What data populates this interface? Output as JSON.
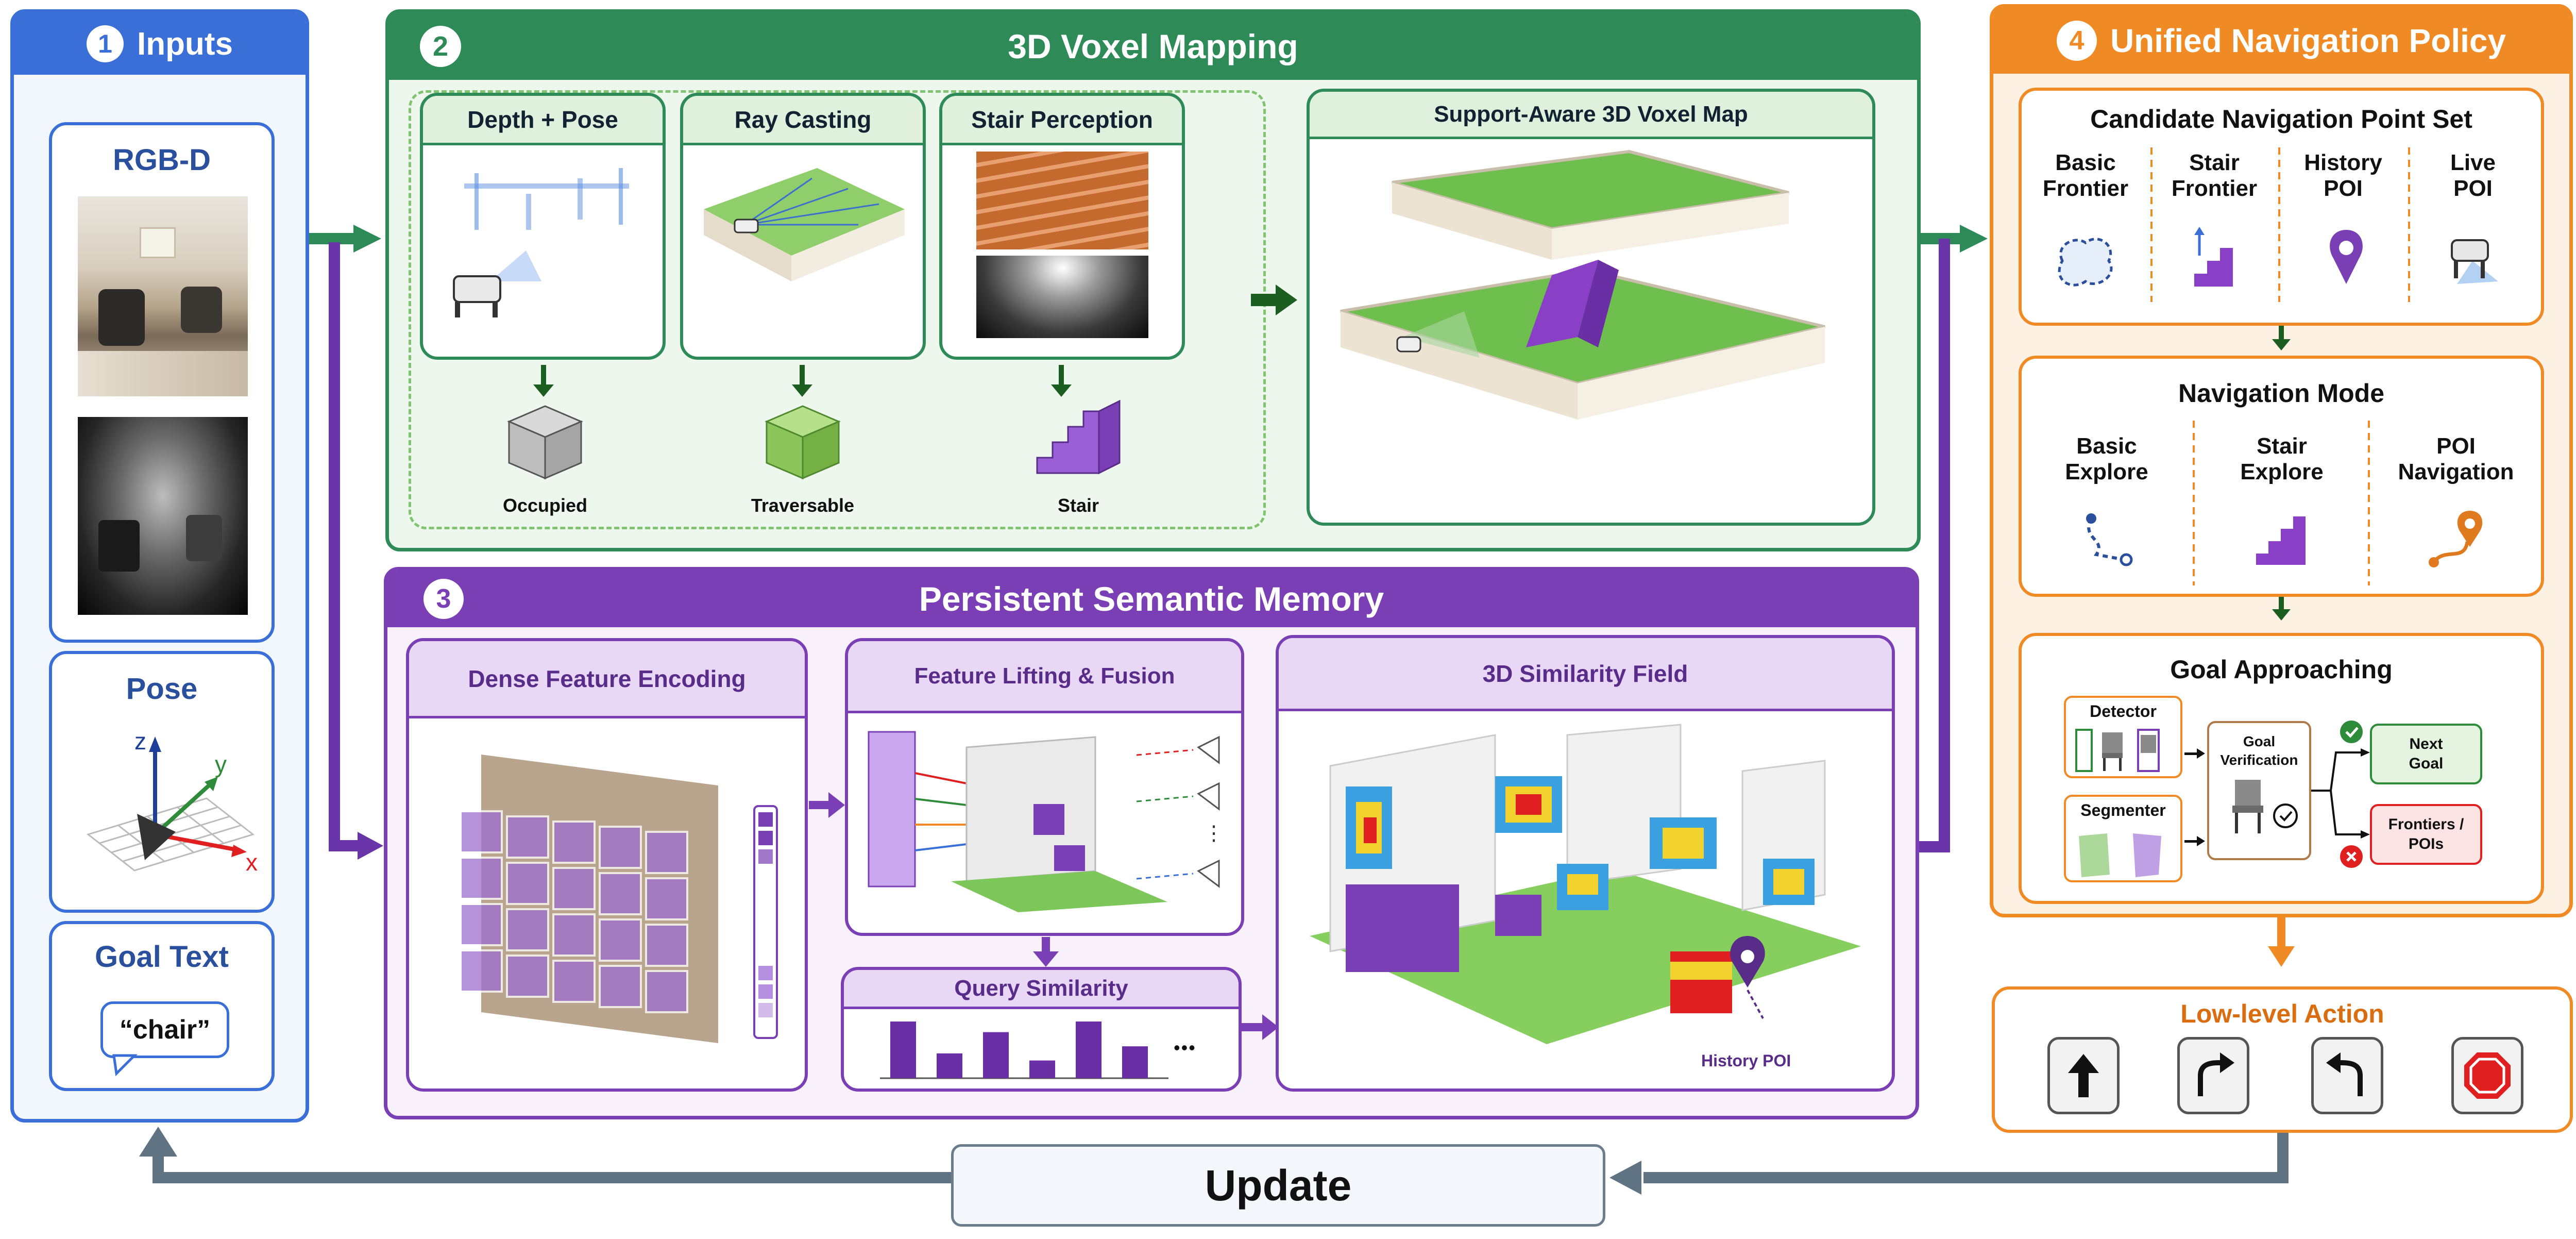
{
  "inputs": {
    "number": "1",
    "title": "Inputs",
    "rgbd_label": "RGB-D",
    "pose_label": "Pose",
    "pose_axes": {
      "z": "z",
      "y": "y",
      "x": "x"
    },
    "goal_text_label": "Goal Text",
    "goal_text_value": "“chair”"
  },
  "voxel_mapping": {
    "number": "2",
    "title": "3D Voxel Mapping",
    "cards": [
      {
        "title": "Depth + Pose",
        "voxel_label": "Occupied"
      },
      {
        "title": "Ray Casting",
        "voxel_label": "Traversable"
      },
      {
        "title": "Stair Perception",
        "voxel_label": "Stair"
      }
    ],
    "map_title": "Support-Aware 3D Voxel Map"
  },
  "semantic_memory": {
    "number": "3",
    "title": "Persistent Semantic Memory",
    "dense_title": "Dense Feature Encoding",
    "lifting_title": "Feature Lifting & Fusion",
    "query_title": "Query Similarity",
    "query_values": [
      8,
      3.5,
      6.5,
      2.5,
      8,
      4.5
    ],
    "query_ellipsis": "•••",
    "similarity_title": "3D Similarity Field",
    "history_poi_label": "History POI"
  },
  "policy": {
    "number": "4",
    "title": "Unified Navigation Policy",
    "candidate_title": "Candidate Navigation Point Set",
    "candidates": [
      {
        "line1": "Basic",
        "line2": "Frontier"
      },
      {
        "line1": "Stair",
        "line2": "Frontier"
      },
      {
        "line1": "History",
        "line2": "POI"
      },
      {
        "line1": "Live",
        "line2": "POI"
      }
    ],
    "mode_title": "Navigation Mode",
    "modes": [
      {
        "line1": "Basic",
        "line2": "Explore"
      },
      {
        "line1": "Stair",
        "line2": "Explore"
      },
      {
        "line1": "POI",
        "line2": "Navigation"
      }
    ],
    "goal_title": "Goal Approaching",
    "detector_label": "Detector",
    "segmenter_label": "Segmenter",
    "verification_line1": "Goal",
    "verification_line2": "Verification",
    "next_goal_line1": "Next",
    "next_goal_line2": "Goal",
    "frontiers_line1": "Frontiers /",
    "frontiers_line2": "POIs"
  },
  "low_level": {
    "title": "Low-level Action",
    "actions": [
      "forward-arrow-icon",
      "turn-right-icon",
      "turn-left-icon",
      "stop-icon"
    ]
  },
  "update_label": "Update",
  "colors": {
    "blue": "#3a6fd8",
    "green": "#2e8b57",
    "purple": "#7b3fb5",
    "orange": "#f08a24",
    "gray_arrow": "#5f7383"
  }
}
